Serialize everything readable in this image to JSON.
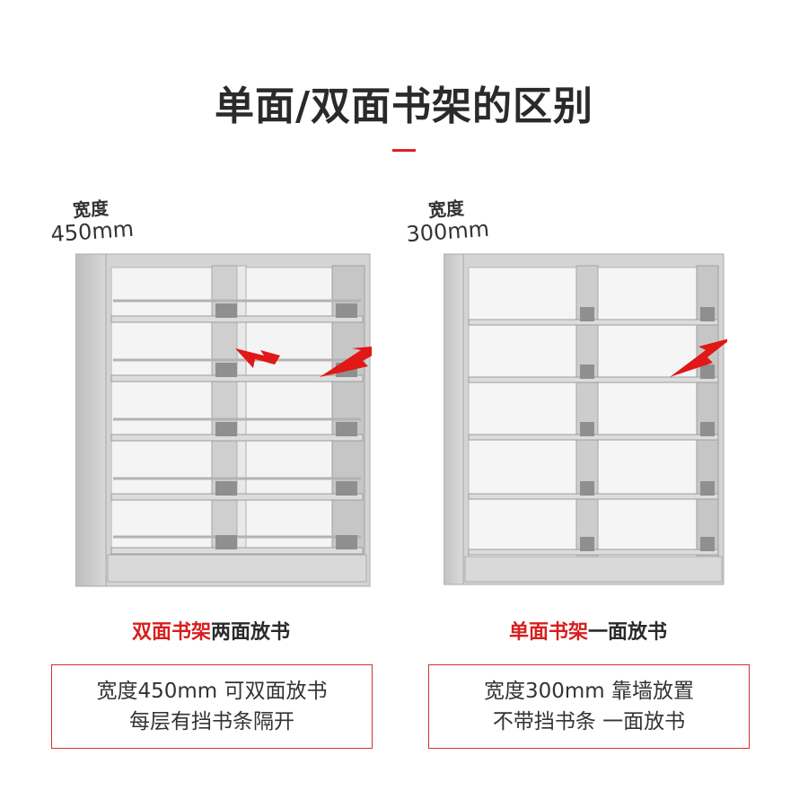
{
  "title": "单面/双面书架的区别",
  "left": {
    "width_key": "宽度",
    "width_value": "450mm",
    "caption_highlight": "双面书架",
    "caption_rest": "两面放书",
    "desc_line1": "宽度450mm 可双面放书",
    "desc_line2": "每层有挡书条隔开"
  },
  "right": {
    "width_key": "宽度",
    "width_value": "300mm",
    "caption_highlight": "单面书架",
    "caption_rest": "一面放书",
    "desc_line1": "宽度300mm 靠墙放置",
    "desc_line2": "不带挡书条 一面放书"
  },
  "colors": {
    "accent": "#d81e1e",
    "shelf_gray": "#c9c9c9"
  }
}
